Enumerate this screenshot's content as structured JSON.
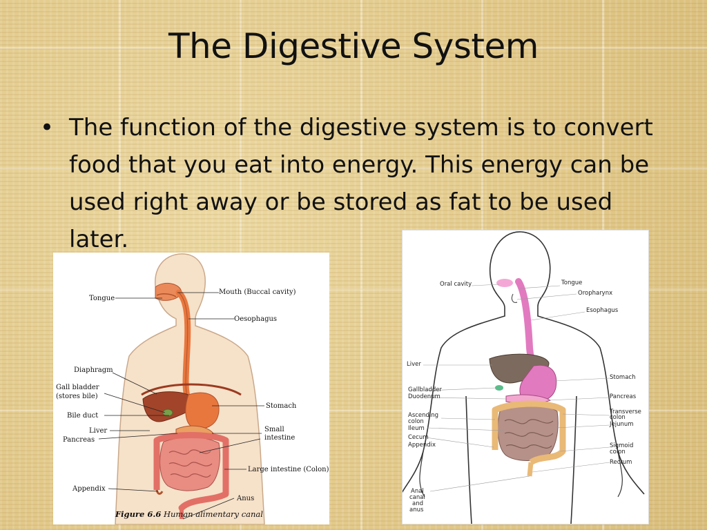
{
  "slide": {
    "title": "The Digestive System",
    "bullet": "The function of the digestive system is to convert food that you eat into energy.  This energy can be used right away or be stored as fat to be used later."
  },
  "figure_left": {
    "labels": {
      "tongue": "Tongue",
      "mouth": "Mouth (Buccal cavity)",
      "oesophagus": "Oesophagus",
      "diaphragm": "Diaphragm",
      "gall_bladder": "Gall bladder",
      "stores_bile": "(stores bile)",
      "stomach": "Stomach",
      "bile_duct": "Bile duct",
      "liver": "Liver",
      "small": "Small",
      "intestine": "intestine",
      "pancreas": "Pancreas",
      "large_intestine": "Large intestine (Colon)",
      "appendix": "Appendix",
      "anus": "Anus"
    },
    "caption_number": "Figure 6.6",
    "caption_text": "Human alimentary canal"
  },
  "figure_right": {
    "labels": {
      "oral_cavity": "Oral cavity",
      "tongue": "Tongue",
      "oropharynx": "Oropharynx",
      "esophagus": "Esophagus",
      "liver": "Liver",
      "stomach": "Stomach",
      "gallbladder": "Gallbladder",
      "duodenum": "Duodenum",
      "pancreas": "Pancreas",
      "ascending": "Ascending",
      "colon_a": "colon",
      "transverse": "Transverse",
      "colon_t": "colon",
      "ileum": "Ileum",
      "jejunum": "Jejunum",
      "cecum": "Cecum",
      "appendix": "Appendix",
      "sigmoid": "Sigmoid",
      "colon_s": "colon",
      "rectum": "Rectum",
      "anal": "Anal",
      "canal": "canal",
      "and": "and",
      "anus": "anus"
    }
  },
  "colors": {
    "text": "#111111",
    "organ_orange": "#e8773e",
    "liver_brown": "#a2442a",
    "intestine_pink": "#e98c82",
    "esophagus_pink": "#e27ac0",
    "intestine_tan": "#e9b976"
  }
}
